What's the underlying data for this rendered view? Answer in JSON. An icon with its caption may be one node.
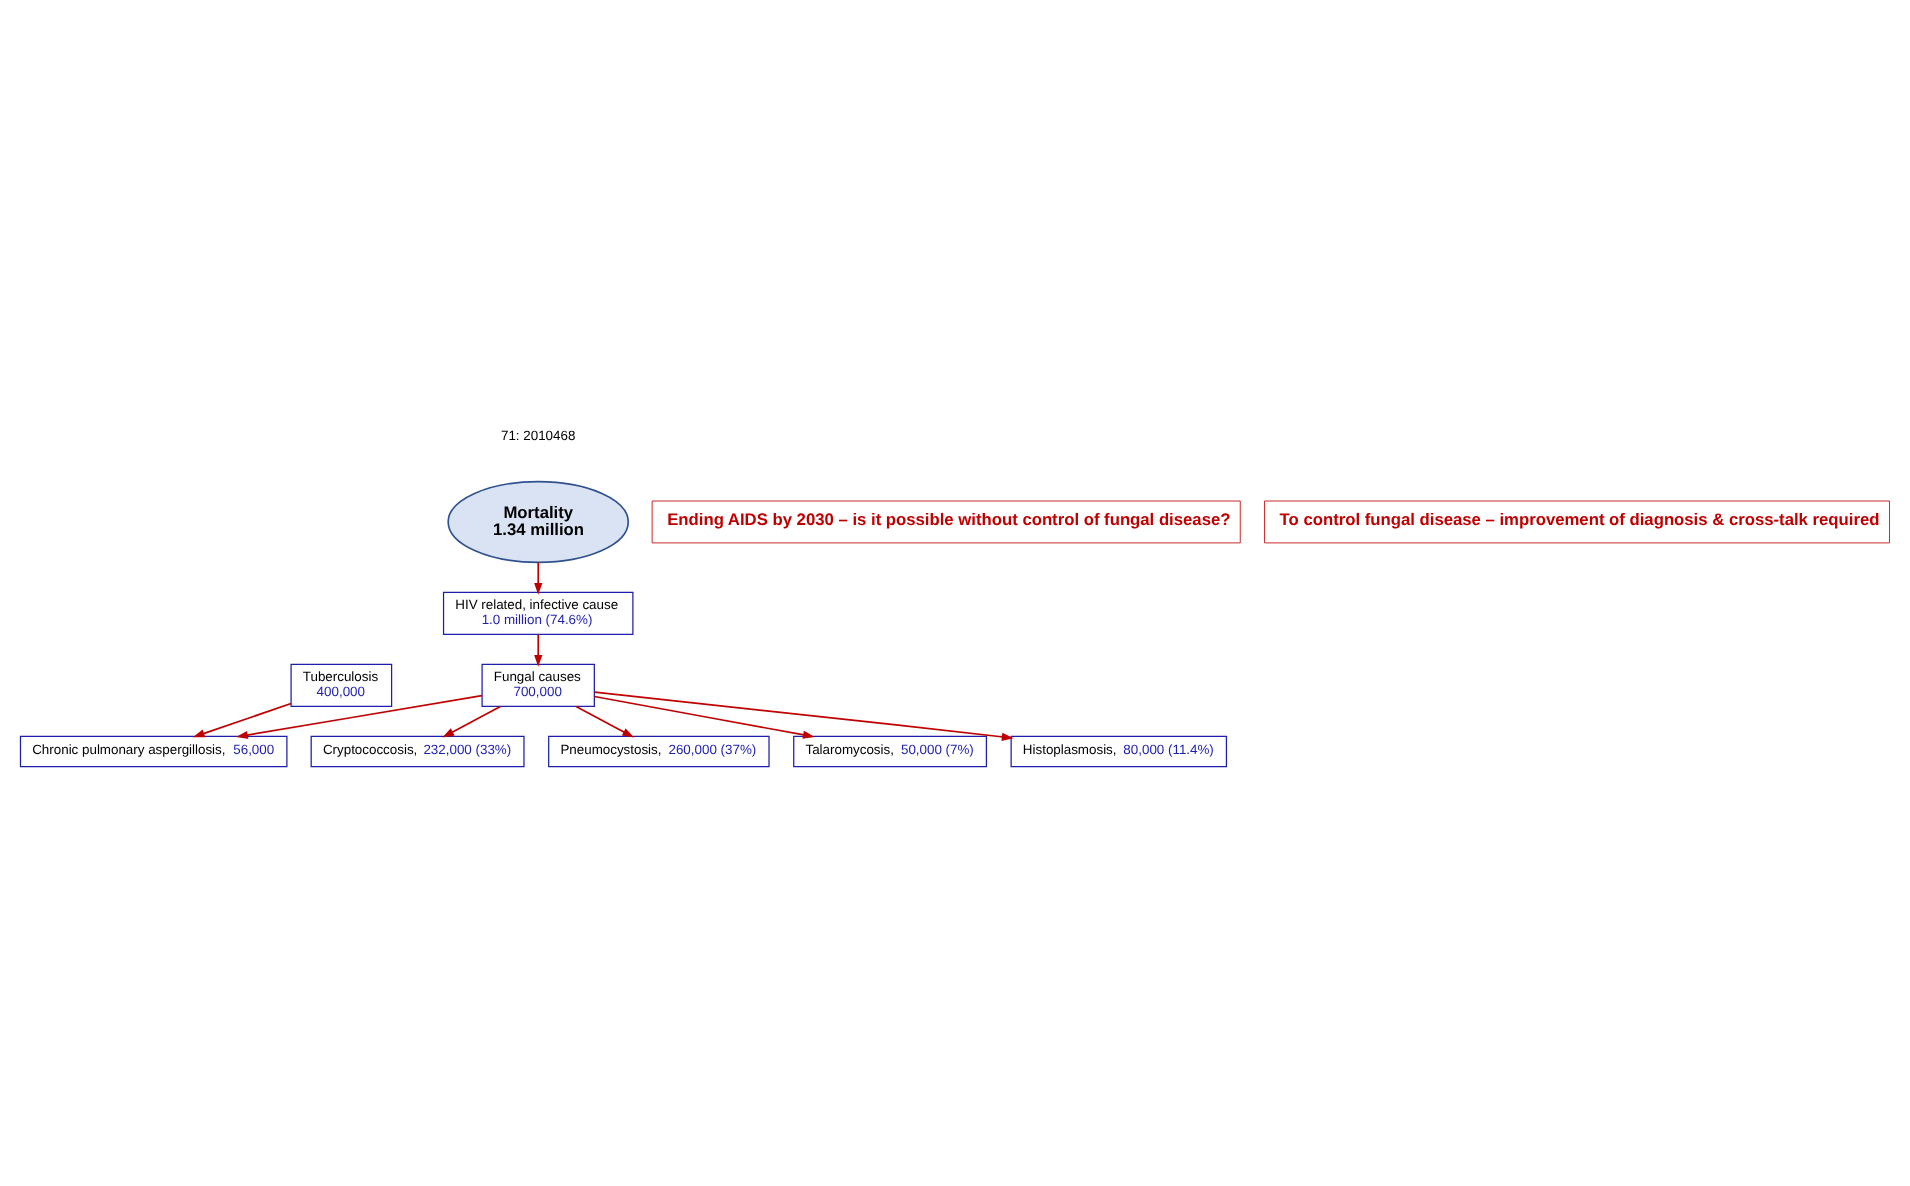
{
  "diagram": {
    "nodes": [
      {
        "text": [
          "Mortality",
          "1.34 million"
        ]
      },
      {
        "text": [
          "Ending AIDS by 2030 – is it possible without control of fungal disease?"
        ]
      },
      {
        "text": [
          "To control fungal disease – improvement of diagnosis & cross-talk required"
        ]
      },
      {
        "text": [
          "HIV related, infective cause",
          "1.0 million (74.6%)"
        ]
      },
      {
        "text": [
          "Tuberculosis",
          "400,000"
        ]
      },
      {
        "text": [
          "Fungal causes",
          "700,000"
        ]
      },
      {
        "text": [
          "Chronic pulmonary aspergillosis,",
          "56,000"
        ]
      },
      {
        "text": [
          "Cryptococcosis,",
          "232,000 (33%)"
        ]
      },
      {
        "text": [
          "Pneumocystosis,",
          "260,000 (37%)"
        ]
      },
      {
        "text": [
          "Talaromycosis,",
          "50,000 (7%)"
        ]
      },
      {
        "text": [
          "Histoplasmosis,",
          "80,000 (11.4%)"
        ]
      }
    ],
    "edges": [
      {
        "from": 0,
        "to": 3,
        "arrow": "to"
      },
      {
        "from": 3,
        "to": 5,
        "arrow": "to"
      },
      {
        "from": 4,
        "to": 6,
        "arrow": "to"
      },
      {
        "from": 5,
        "to": 6,
        "arrow": "to"
      },
      {
        "from": 5,
        "to": 7,
        "arrow": "to"
      },
      {
        "from": 5,
        "to": 8,
        "arrow": "to"
      },
      {
        "from": 5,
        "to": 9,
        "arrow": "to"
      },
      {
        "from": 5,
        "to": 10,
        "arrow": "to"
      }
    ],
    "labels": [
      "71: 2010468"
    ]
  }
}
